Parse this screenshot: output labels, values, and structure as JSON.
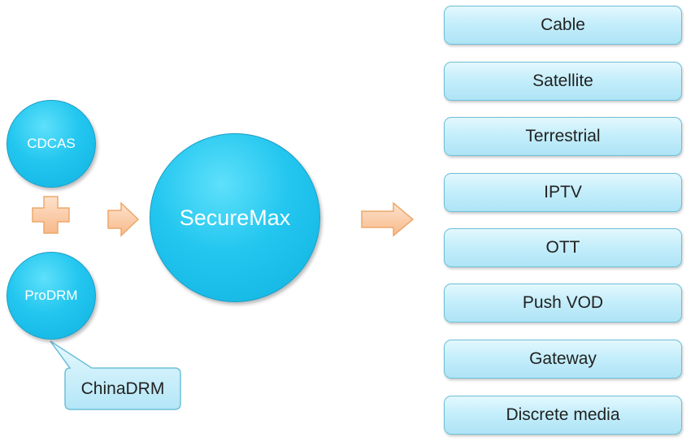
{
  "nodes": {
    "cdcas": "CDCAS",
    "prodrm": "ProDRM",
    "securemax": "SecureMax",
    "chinadrm": "ChinaDRM"
  },
  "targets": [
    "Cable",
    "Satellite",
    "Terrestrial",
    "IPTV",
    "OTT",
    "Push VOD",
    "Gateway",
    "Discrete media"
  ],
  "colors": {
    "circle_fill": "#22c6ef",
    "box_fill": "#c5eefb",
    "arrow_fill": "#fbc9a4",
    "arrow_stroke": "#eda86a"
  }
}
